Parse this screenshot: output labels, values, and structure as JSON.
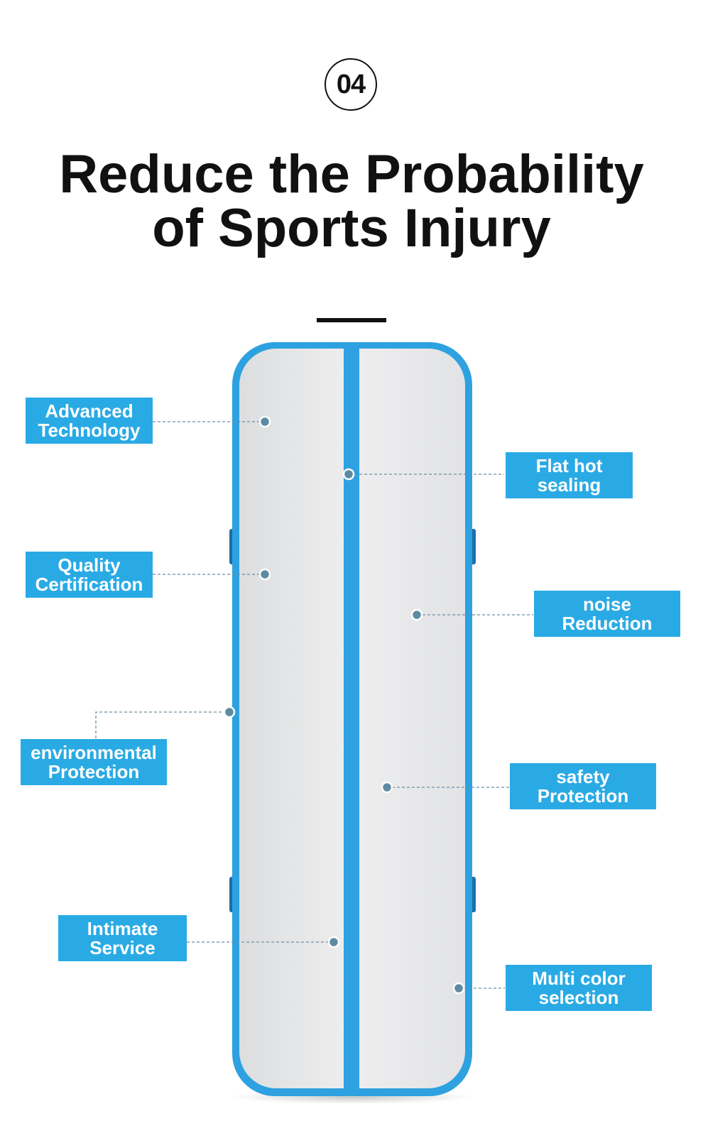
{
  "badge": {
    "number": "04"
  },
  "headline": {
    "line1": "Reduce the Probability",
    "line2": "of Sports Injury"
  },
  "colors": {
    "accent": "#2aaae4",
    "mat_border": "#2ea1e0",
    "mat_surface": "#e6e7e9",
    "text": "#111111"
  },
  "features": [
    {
      "line1": "Advanced",
      "line2": "Technology"
    },
    {
      "line1": "Flat hot",
      "line2": "sealing"
    },
    {
      "line1": "Quality",
      "line2": "Certification"
    },
    {
      "line1": "noise",
      "line2": "Reduction"
    },
    {
      "line1": "environmental",
      "line2": "Protection"
    },
    {
      "line1": "safety",
      "line2": "Protection"
    },
    {
      "line1": "Intimate",
      "line2": "Service"
    },
    {
      "line1": "Multi color",
      "line2": "selection"
    }
  ]
}
